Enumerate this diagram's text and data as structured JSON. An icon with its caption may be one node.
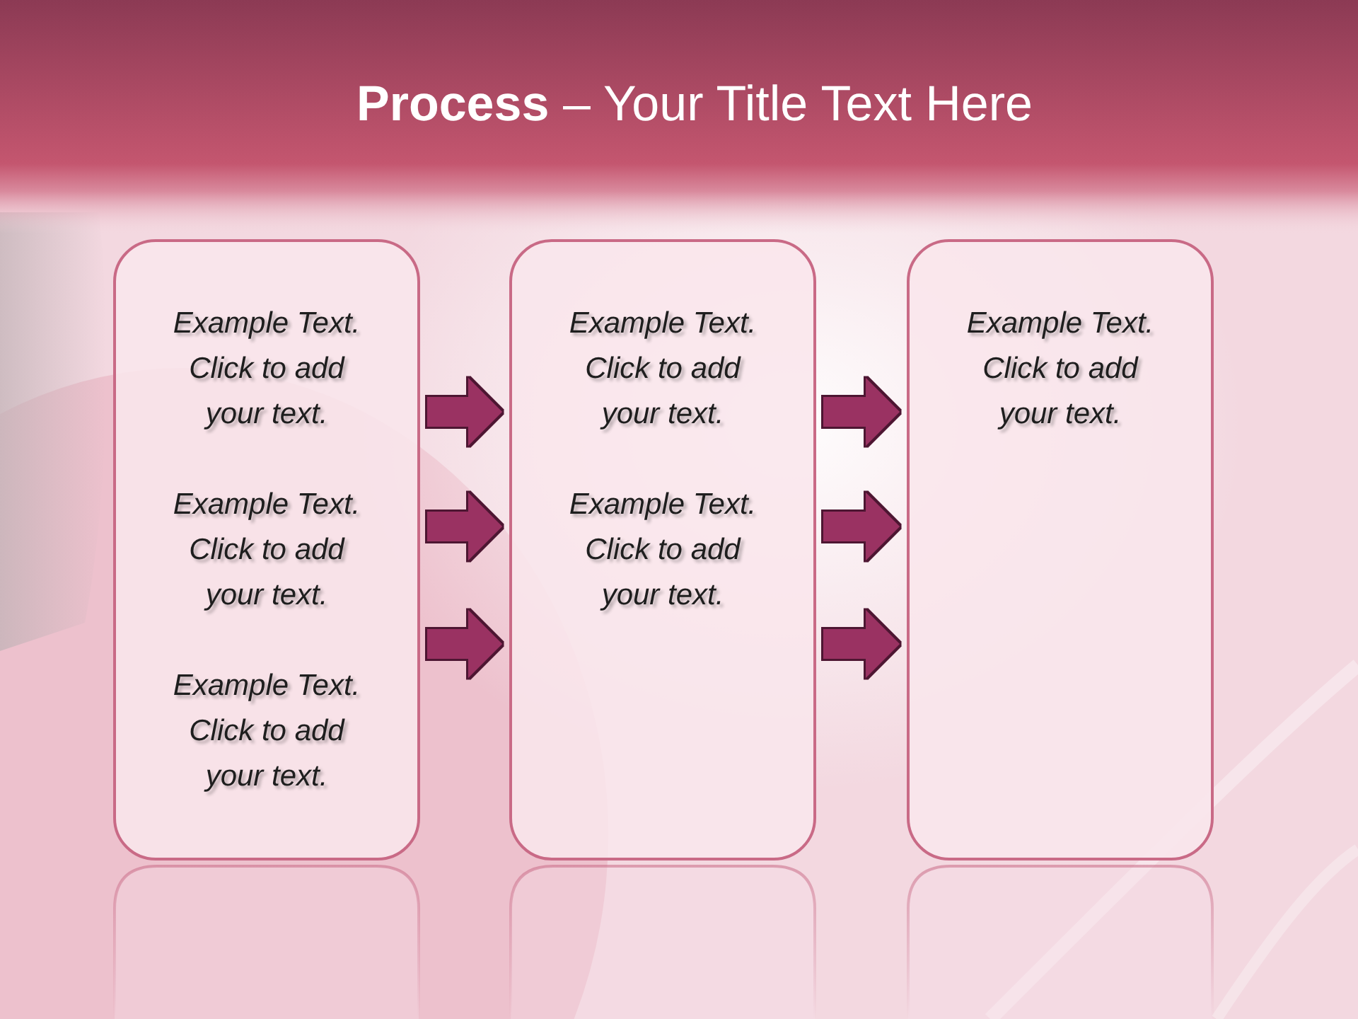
{
  "diagram": {
    "title": "**Process** – Your Title Text Here",
    "nodes": [
      {
        "text": [
          "Example Text. Click to add your text.",
          "Example Text. Click to add your text.",
          "Example Text. Click to add your text."
        ]
      },
      {
        "text": [
          "Example Text. Click to add your text.",
          "Example Text. Click to add your text."
        ]
      },
      {
        "text": [
          "Example Text. Click to add your text."
        ]
      }
    ],
    "edges": [
      {
        "from": 0,
        "to": 1,
        "arrow": "to"
      },
      {
        "from": 0,
        "to": 1,
        "arrow": "to"
      },
      {
        "from": 0,
        "to": 1,
        "arrow": "to"
      },
      {
        "from": 1,
        "to": 2,
        "arrow": "to"
      },
      {
        "from": 1,
        "to": 2,
        "arrow": "to"
      },
      {
        "from": 1,
        "to": 2,
        "arrow": "to"
      }
    ]
  }
}
